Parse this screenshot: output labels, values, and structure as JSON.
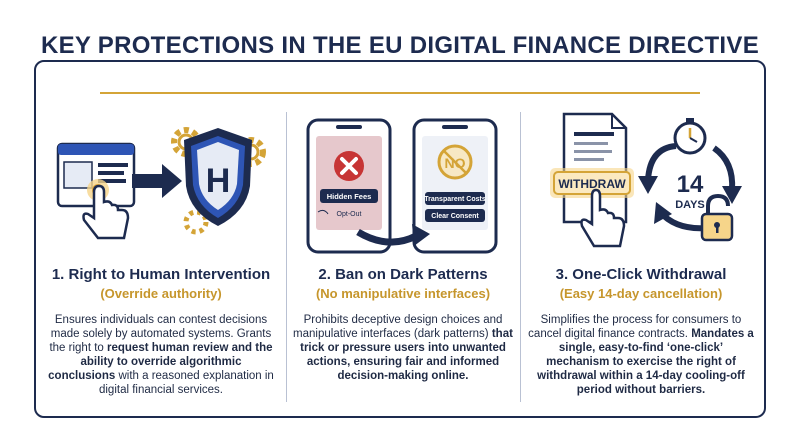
{
  "title": "KEY PROTECTIONS IN THE EU DIGITAL FINANCE DIRECTIVE",
  "columns": [
    {
      "heading": "1. Right to Human Intervention",
      "subheading": "(Override authority)",
      "shield_letter": "H",
      "desc": {
        "p1": "Ensures individuals can contest decisions made solely by automated systems. Grants the right to ",
        "b1": "request human review and the ability to override algorithmic conclusions",
        "p2": " with a reasoned explanation in digital financial services."
      }
    },
    {
      "heading": "2. Ban on Dark Patterns",
      "subheading": "(No manipulative interfaces)",
      "phone_left": {
        "button": "Hidden Fees",
        "link": "Opt-Out"
      },
      "phone_right": {
        "badge": "NO",
        "button1": "Transparent Costs",
        "button2": "Clear Consent"
      },
      "desc": {
        "p1": "Prohibits deceptive design choices and manipulative interfaces (dark patterns) ",
        "b1": "that trick or pressure users into unwanted actions, ensuring fair and informed decision-making online.",
        "p2": ""
      }
    },
    {
      "heading": "3. One-Click Withdrawal",
      "subheading": "(Easy 14-day cancellation)",
      "withdraw_button": "WITHDRAW",
      "cycle_number": "14",
      "cycle_unit": "DAYS",
      "desc": {
        "p1": "Simplifies the process for consumers to cancel digital finance contracts. ",
        "b1": "Mandates a single, easy-to-find ‘one-click’ mechanism to exercise the right of withdrawal within a 14-day cooling-off period without barriers.",
        "p2": ""
      }
    }
  ],
  "colors": {
    "navy": "#1d2b4f",
    "gold": "#d4a437",
    "red": "#c73535",
    "blue": "#2e55b5"
  },
  "icons": [
    "browser-window-icon",
    "pointing-hand-icon",
    "shield-icon",
    "gear-icon",
    "smartphone-icon",
    "x-circle-icon",
    "no-sign-icon",
    "document-icon",
    "stopwatch-icon",
    "padlock-icon",
    "cycle-arrows-icon",
    "arrow-icon"
  ]
}
